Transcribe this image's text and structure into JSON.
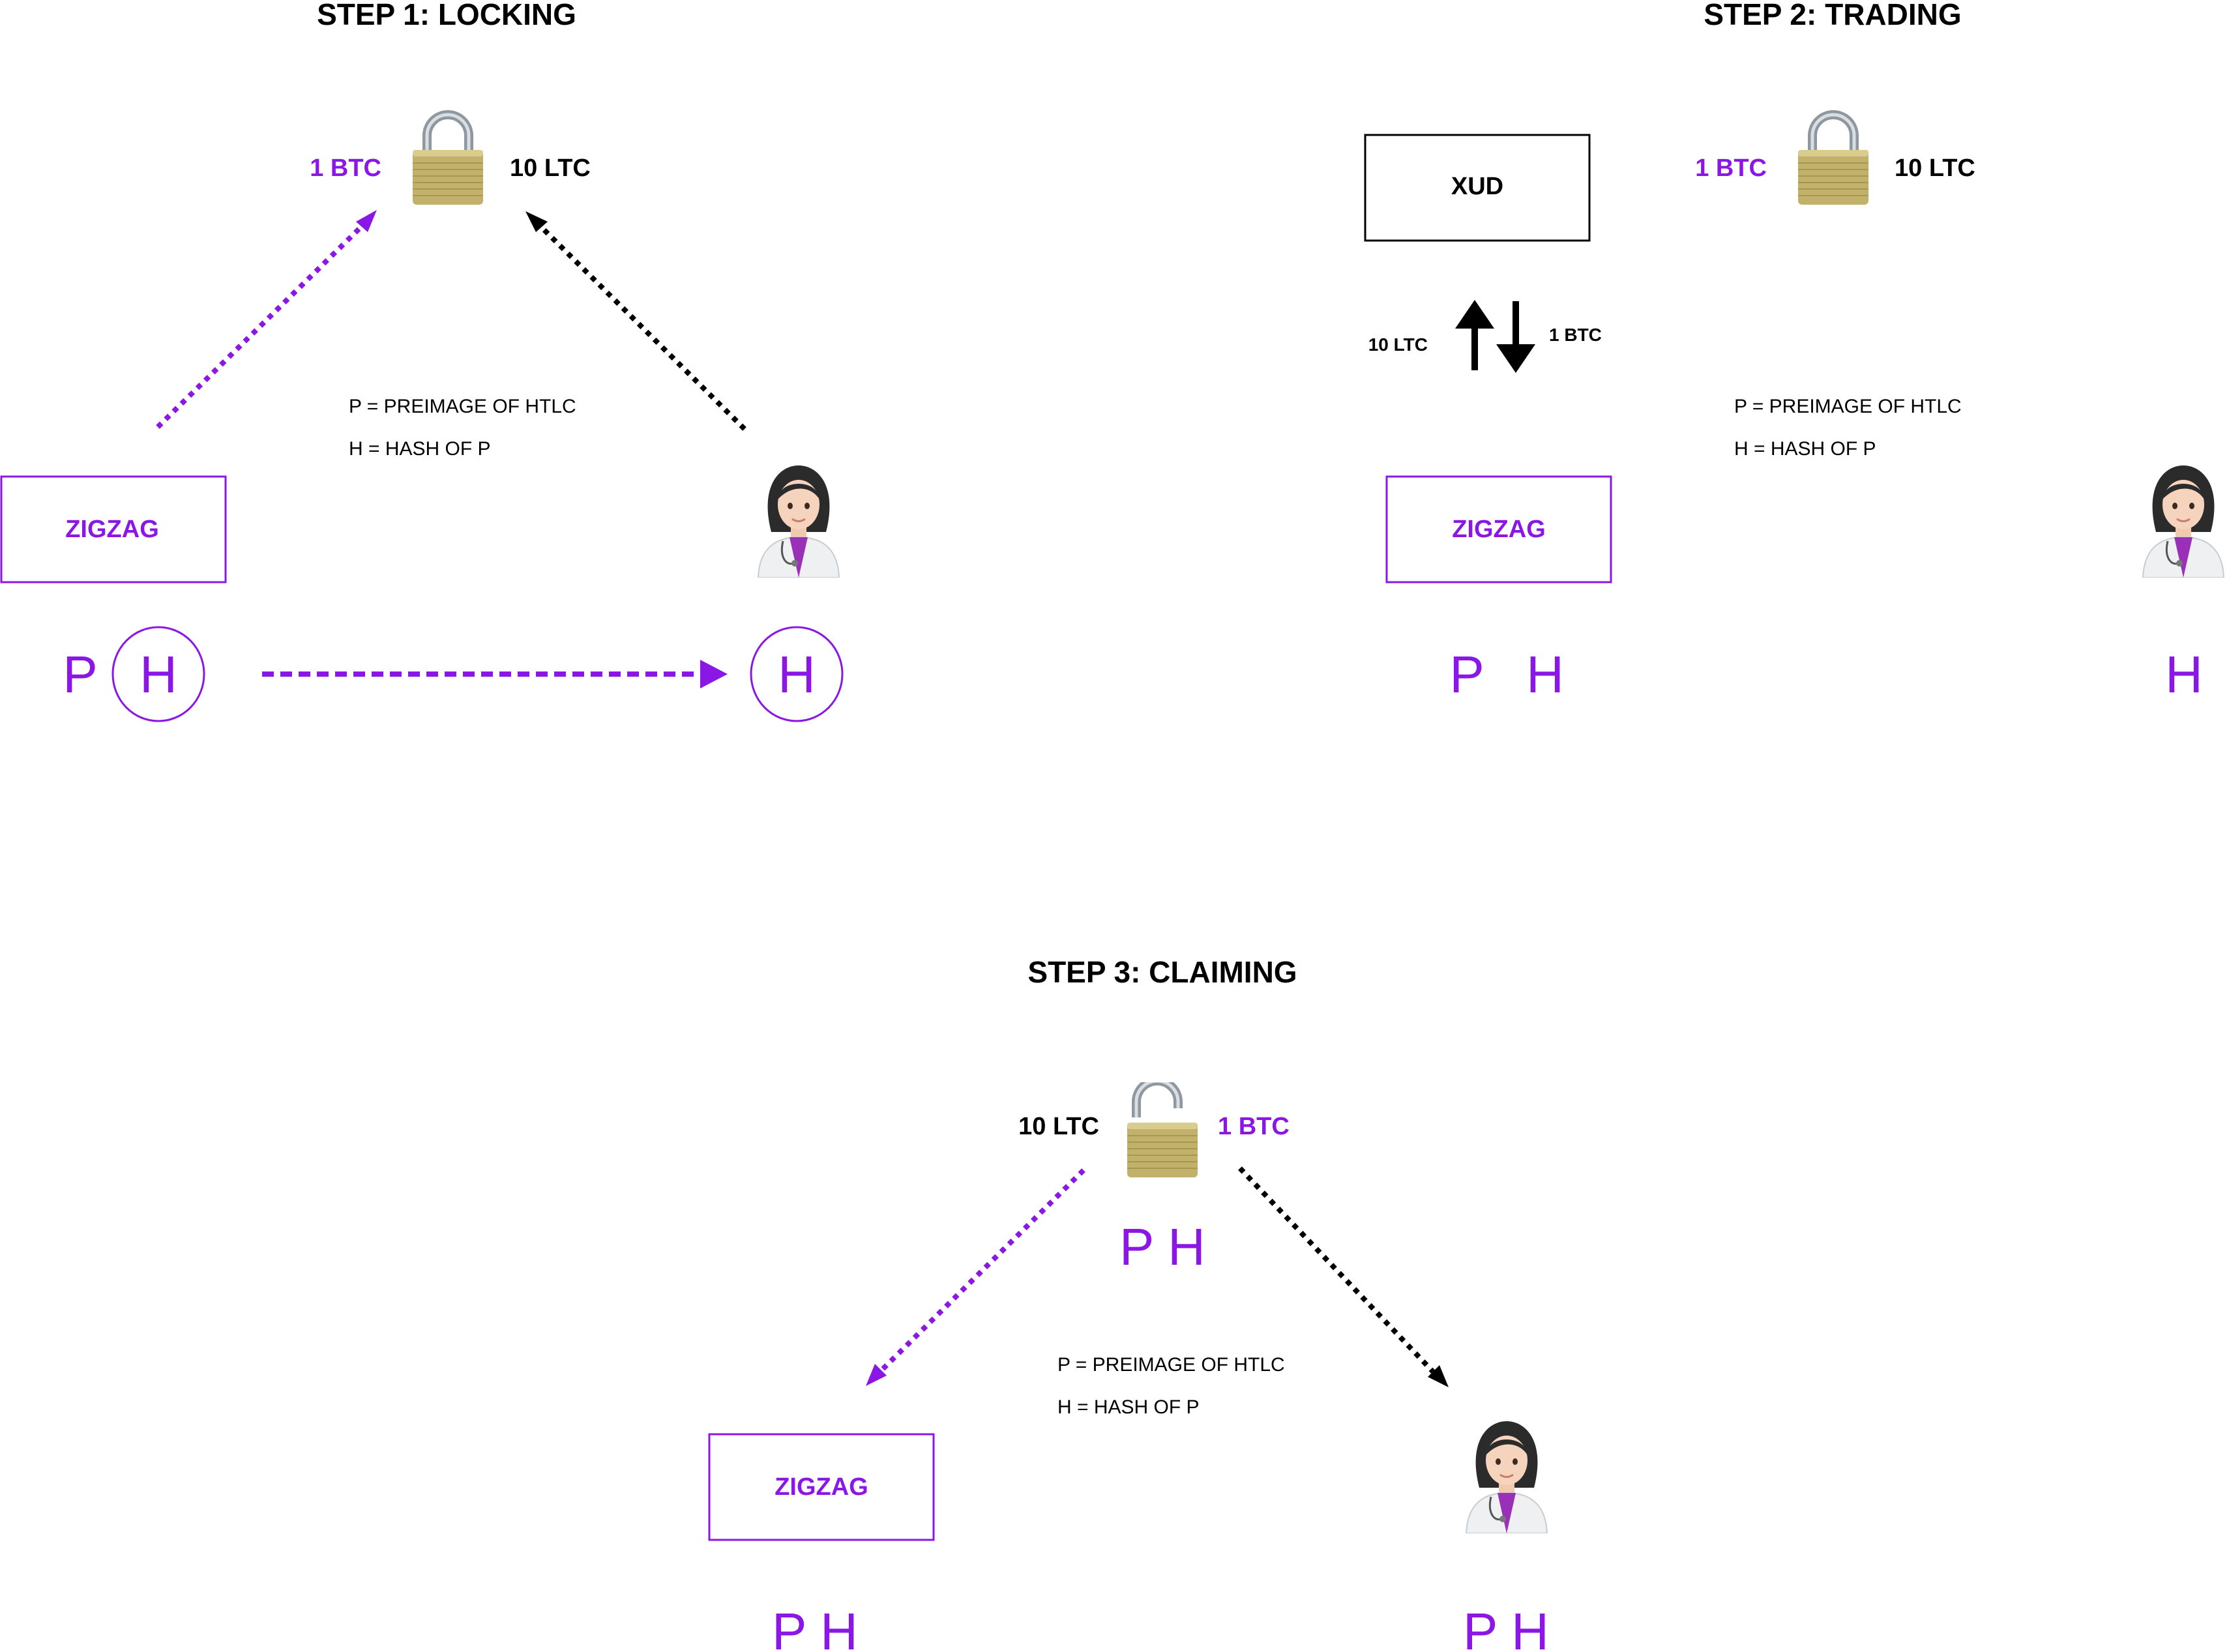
{
  "colors": {
    "purple": "#8a17e6",
    "black": "#000000"
  },
  "step1": {
    "title": "STEP 1: LOCKING",
    "left_amount": "1 BTC",
    "right_amount": "10 LTC",
    "legend_p": "P = PREIMAGE OF HTLC",
    "legend_h": "H = HASH OF P",
    "box_label": "ZIGZAG",
    "maker_p": "P",
    "maker_h": "H",
    "taker_h": "H"
  },
  "step2": {
    "title": "STEP 2: TRADING",
    "left_amount": "1 BTC",
    "right_amount": "10 LTC",
    "exchange_label": "XUD",
    "swap_left": "10 LTC",
    "swap_right": "1 BTC",
    "legend_p": "P = PREIMAGE OF HTLC",
    "legend_h": "H = HASH OF P",
    "box_label": "ZIGZAG",
    "maker_p": "P",
    "maker_h": "H",
    "taker_h": "H"
  },
  "step3": {
    "title": "STEP 3: CLAIMING",
    "left_amount": "10 LTC",
    "right_amount": "1 BTC",
    "lock_ph": "P H",
    "legend_p": "P = PREIMAGE OF HTLC",
    "legend_h": "H = HASH OF P",
    "box_label": "ZIGZAG",
    "maker_ph": "P H",
    "taker_ph": "P H"
  },
  "icons": [
    "lock-closed-icon",
    "lock-open-icon",
    "woman-doctor-icon",
    "arrow-up-icon",
    "arrow-down-icon"
  ]
}
